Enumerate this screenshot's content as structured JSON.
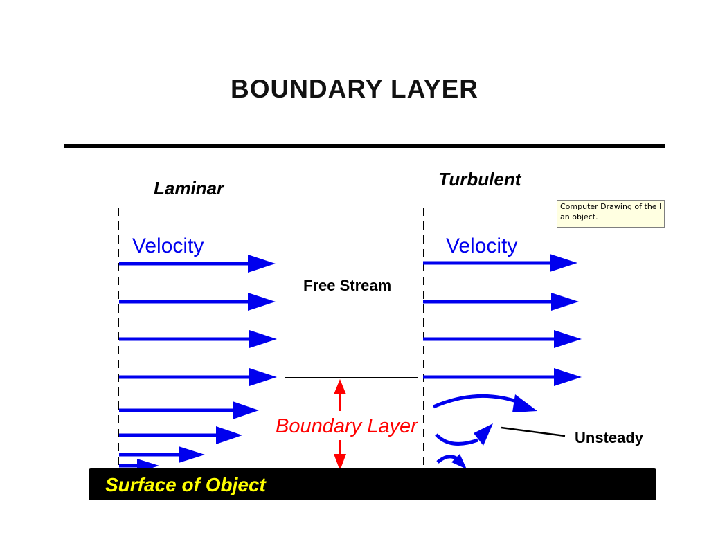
{
  "slide": {
    "title": "BOUNDARY LAYER"
  },
  "diagram": {
    "laminar_heading": "Laminar",
    "turbulent_heading": "Turbulent",
    "velocity_label_left": "Velocity",
    "velocity_label_right": "Velocity",
    "free_stream_label": "Free Stream",
    "boundary_layer_label": "Boundary Layer",
    "unsteady_label": "Unsteady",
    "surface_label": "Surface of Object"
  },
  "tooltip": {
    "line1": "Computer Drawing of the l",
    "line2": "an object."
  },
  "colors": {
    "arrow_blue": "#0000ee",
    "boundary_red": "#ff0000",
    "surface_text_yellow": "#ffff00",
    "tooltip_bg": "#ffffe1"
  }
}
